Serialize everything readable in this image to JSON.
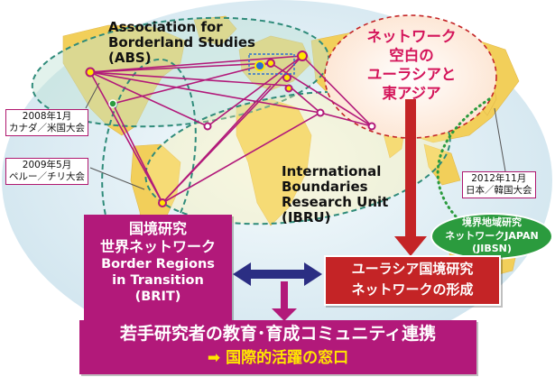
{
  "abs": {
    "line1": "Association for",
    "line2": "Borderland Studies",
    "line3": "(ABS)"
  },
  "ibru": {
    "line1": "International",
    "line2": "Boundaries",
    "line3": "Research Unit",
    "line4": "(IBRU)"
  },
  "vacant": {
    "line1": "ネットワーク",
    "line2": "空白の",
    "line3": "ユーラシアと",
    "line4": "東アジア"
  },
  "conferences": [
    {
      "line1": "2008年1月",
      "line2": "カナダ／米国大会"
    },
    {
      "line1": "2009年5月",
      "line2": "ペルー／チリ大会"
    },
    {
      "line1": "2012年11月",
      "line2": "日本／韓国大会"
    }
  ],
  "jibsn": {
    "line1": "境界地域研究",
    "line2": "ネットワークJAPAN",
    "line3": "(JIBSN)"
  },
  "brit": {
    "line1": "国境研究",
    "line2": "世界ネットワーク",
    "line3": "Border Regions",
    "line4": "in Transition",
    "line5": "(BRIT)"
  },
  "eurasia": {
    "line1": "ユーラシア国境研究",
    "line2": "ネットワークの形成"
  },
  "bottom": {
    "line1": "若手研究者の教育･育成コミュニティ連携",
    "line2": "➡ 国際的活躍の窓口"
  },
  "colors": {
    "ocean": "#dfeef4",
    "land": "#f2cf5a",
    "magenta": "#b2197a",
    "red": "#c42426",
    "green": "#2b9b3e",
    "navy": "#2b2e83"
  }
}
